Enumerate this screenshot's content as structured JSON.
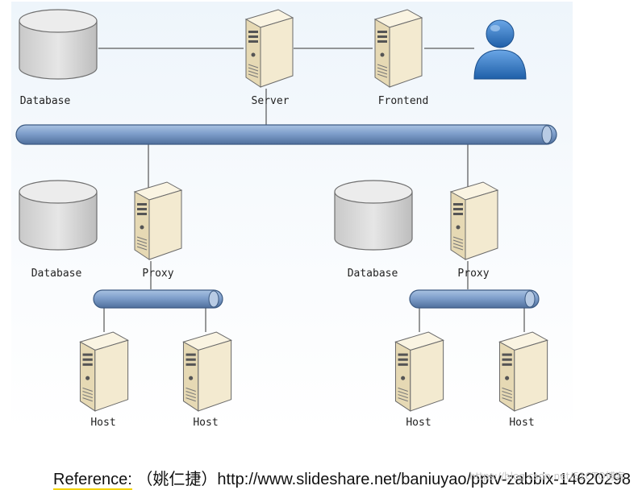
{
  "diagram": {
    "labels": {
      "database_top": "Database",
      "server": "Server",
      "frontend": "Frontend",
      "database_left": "Database",
      "proxy_left": "Proxy",
      "database_right": "Database",
      "proxy_right": "Proxy",
      "host_1": "Host",
      "host_2": "Host",
      "host_3": "Host",
      "host_4": "Host"
    },
    "icons": {
      "database": "database-cylinder-icon",
      "server": "server-tower-icon",
      "user": "user-icon",
      "bus": "network-bus-icon"
    },
    "colors": {
      "bus_fill": "#7f9fcb",
      "bus_stroke": "#3c5a82",
      "server_fill": "#f1e6c8",
      "database_fill": "#dcdcdc",
      "user_fill": "#3a7ec8"
    }
  },
  "footer": {
    "prefix": "Reference:",
    "author": "（姚仁捷）",
    "url": "http://www.slideshare.net/baniuyao/pptv-zabbix-14620298",
    "watermark": "https://blog.csdn.net/51CTO博客"
  }
}
